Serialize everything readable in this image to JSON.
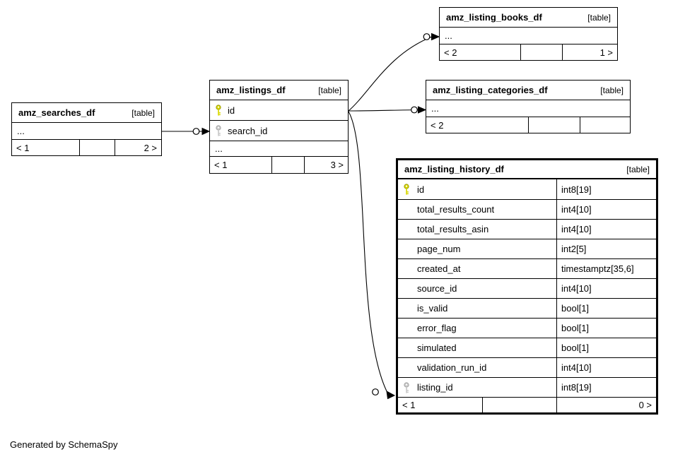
{
  "page": {
    "generated_by": "Generated by SchemaSpy"
  },
  "colors": {
    "pk_key": "#d8d800",
    "fk_key": "#c9c9c9",
    "table_border": "#000000",
    "background": "#ffffff"
  },
  "tables": {
    "books": {
      "name": "amz_listing_books_df",
      "tag": "[table]",
      "ellipsis": "...",
      "pager": {
        "prev": "< 2",
        "mid": "",
        "next": "1 >"
      }
    },
    "categories": {
      "name": "amz_listing_categories_df",
      "tag": "[table]",
      "ellipsis": "...",
      "pager": {
        "prev": "< 2",
        "mid": "",
        "next": ""
      }
    },
    "listings": {
      "name": "amz_listings_df",
      "tag": "[table]",
      "ellipsis": "...",
      "columns": [
        {
          "name": "id",
          "key": "primary"
        },
        {
          "name": "search_id",
          "key": "foreign"
        }
      ],
      "pager": {
        "prev": "< 1",
        "mid": "",
        "next": "3 >"
      }
    },
    "searches": {
      "name": "amz_searches_df",
      "tag": "[table]",
      "ellipsis": "...",
      "pager": {
        "prev": "< 1",
        "mid": "",
        "next": "2 >"
      }
    },
    "history": {
      "name": "amz_listing_history_df",
      "tag": "[table]",
      "columns": [
        {
          "name": "id",
          "type": "int8[19]",
          "key": "primary"
        },
        {
          "name": "total_results_count",
          "type": "int4[10]",
          "key": null
        },
        {
          "name": "total_results_asin",
          "type": "int4[10]",
          "key": null
        },
        {
          "name": "page_num",
          "type": "int2[5]",
          "key": null
        },
        {
          "name": "created_at",
          "type": "timestamptz[35,6]",
          "key": null
        },
        {
          "name": "source_id",
          "type": "int4[10]",
          "key": null
        },
        {
          "name": "is_valid",
          "type": "bool[1]",
          "key": null
        },
        {
          "name": "error_flag",
          "type": "bool[1]",
          "key": null
        },
        {
          "name": "simulated",
          "type": "bool[1]",
          "key": null
        },
        {
          "name": "validation_run_id",
          "type": "int4[10]",
          "key": null
        },
        {
          "name": "listing_id",
          "type": "int8[19]",
          "key": "foreign"
        }
      ],
      "pager": {
        "prev": "< 1",
        "mid": "",
        "next": "0 >"
      }
    }
  },
  "relationships": [
    {
      "from": "amz_searches_df",
      "to": "amz_listings_df.search_id"
    },
    {
      "from": "amz_listings_df.id",
      "to": "amz_listing_books_df"
    },
    {
      "from": "amz_listings_df.id",
      "to": "amz_listing_categories_df"
    },
    {
      "from": "amz_listings_df.id",
      "to": "amz_listing_history_df.listing_id"
    }
  ]
}
